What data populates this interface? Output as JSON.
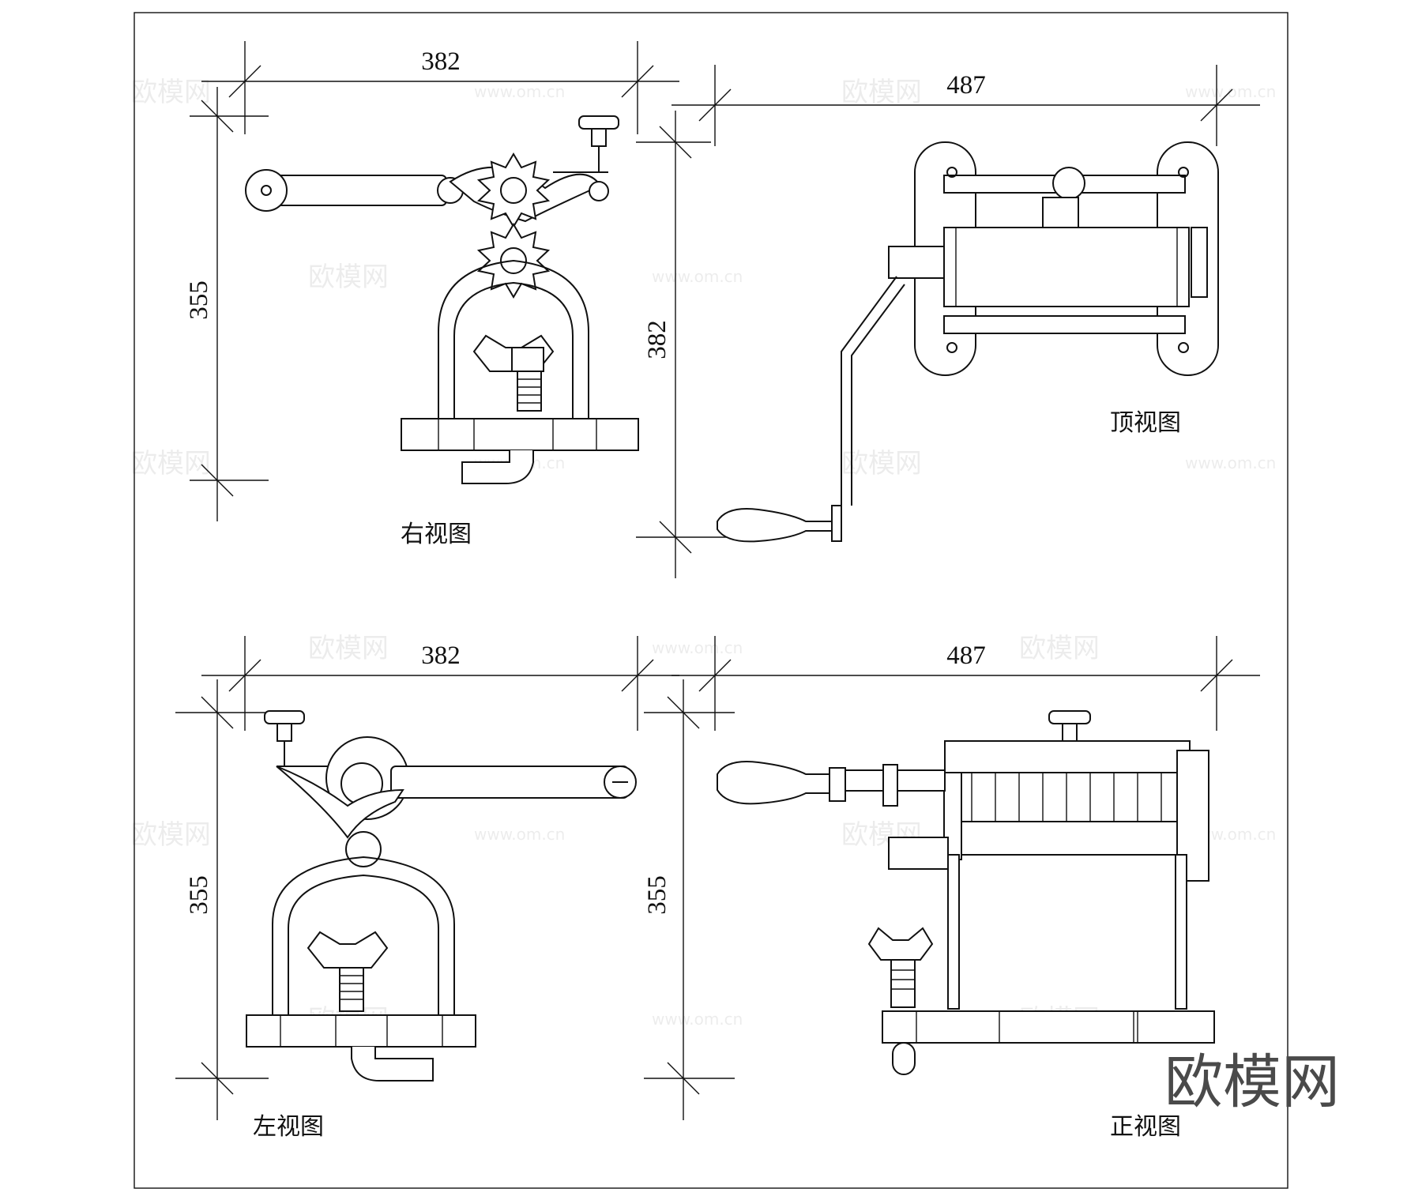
{
  "views": {
    "right": {
      "label": "右视图",
      "width_dim": "382",
      "height_dim": "355"
    },
    "top": {
      "label": "顶视图",
      "width_dim": "487",
      "height_dim": "382"
    },
    "left": {
      "label": "左视图",
      "width_dim": "382",
      "height_dim": "355"
    },
    "front": {
      "label": "正视图",
      "width_dim": "487",
      "height_dim": "355"
    }
  },
  "watermark": {
    "brand": "欧模网",
    "url": "www.om.cn"
  }
}
